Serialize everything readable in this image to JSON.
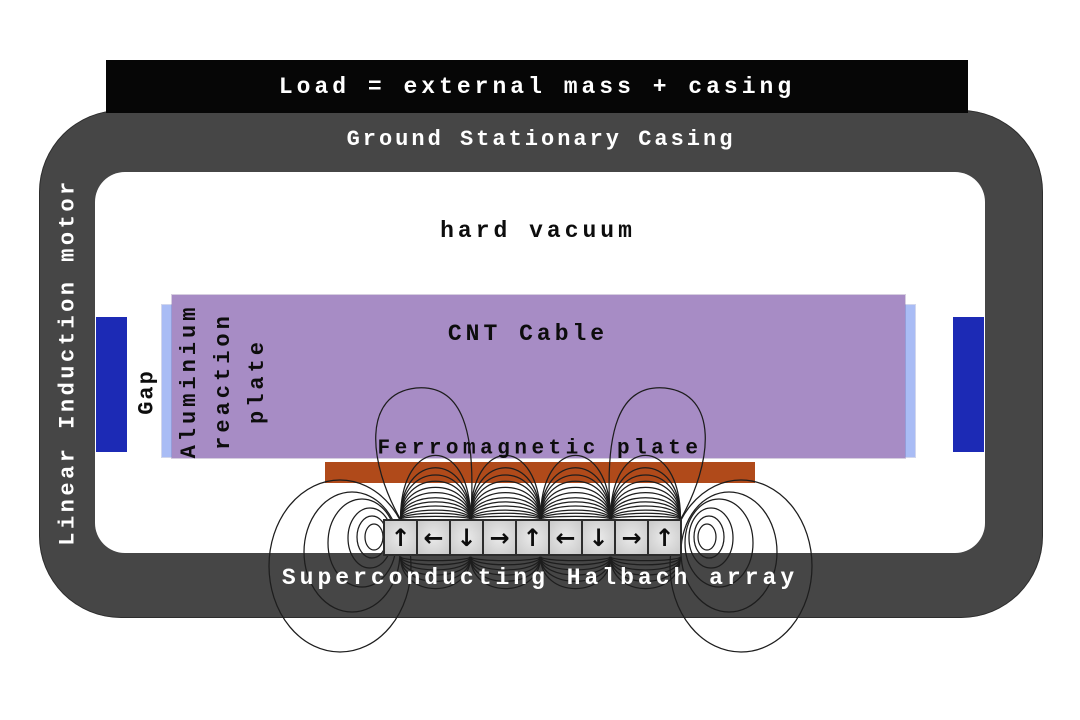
{
  "load": {
    "label": "Load = external mass + casing"
  },
  "casing": {
    "ground_label": "Ground Stationary Casing",
    "motor_label": "Linear Induction motor",
    "halbach_label": "Superconducting Halbach array"
  },
  "interior": {
    "vacuum_label": "hard vacuum",
    "gap_label": "Gap",
    "aluminium_lines": [
      "Aluminium",
      "reaction",
      "plate"
    ],
    "cable_label": "CNT Cable",
    "ferro_label": "Ferromagnetic plate"
  },
  "halbach": {
    "cell_count": 9,
    "arrow_glyphs": [
      "↑",
      "←",
      "↓",
      "→",
      "↑",
      "←",
      "↓",
      "→",
      "↑"
    ],
    "arrow_directions": [
      "up",
      "left",
      "down",
      "right",
      "up",
      "left",
      "down",
      "right",
      "up"
    ]
  },
  "colors": {
    "load_bar": "#060606",
    "casing": "#464646",
    "cable_purple": "#a78cc5",
    "strip_blue": "#a9bcf5",
    "coil_blue": "#1c2ab5",
    "ferro_brown": "#b04a1a",
    "magnet_fill": "#d8d8d8",
    "field_line": "#1d1d1d",
    "label_light": "#ffffff",
    "label_dark": "#0d0d0d"
  }
}
